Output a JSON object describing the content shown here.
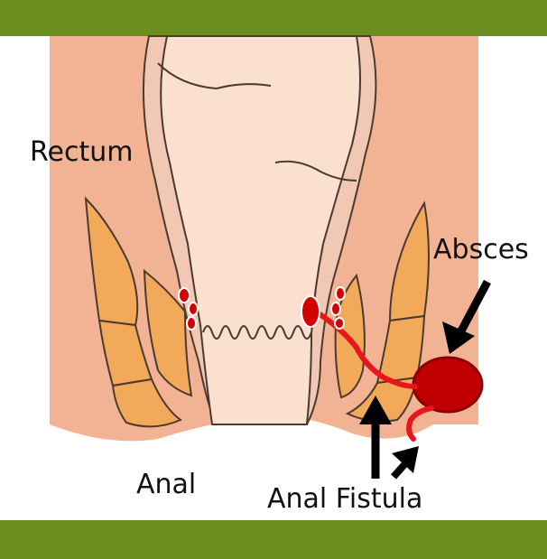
{
  "labels": {
    "rectum": "Rectum",
    "absces": "Absces",
    "anal": "Anal",
    "anal_fistula": "Anal Fistula"
  },
  "colors": {
    "banner": "#6b8f1f",
    "tissue": "#f2b394",
    "lumen": "#fbe0d0",
    "muscle": "#f2a95a",
    "abscess": "#c00000",
    "fistula_tract": "#e8161c",
    "outline": "#4a3a30"
  }
}
